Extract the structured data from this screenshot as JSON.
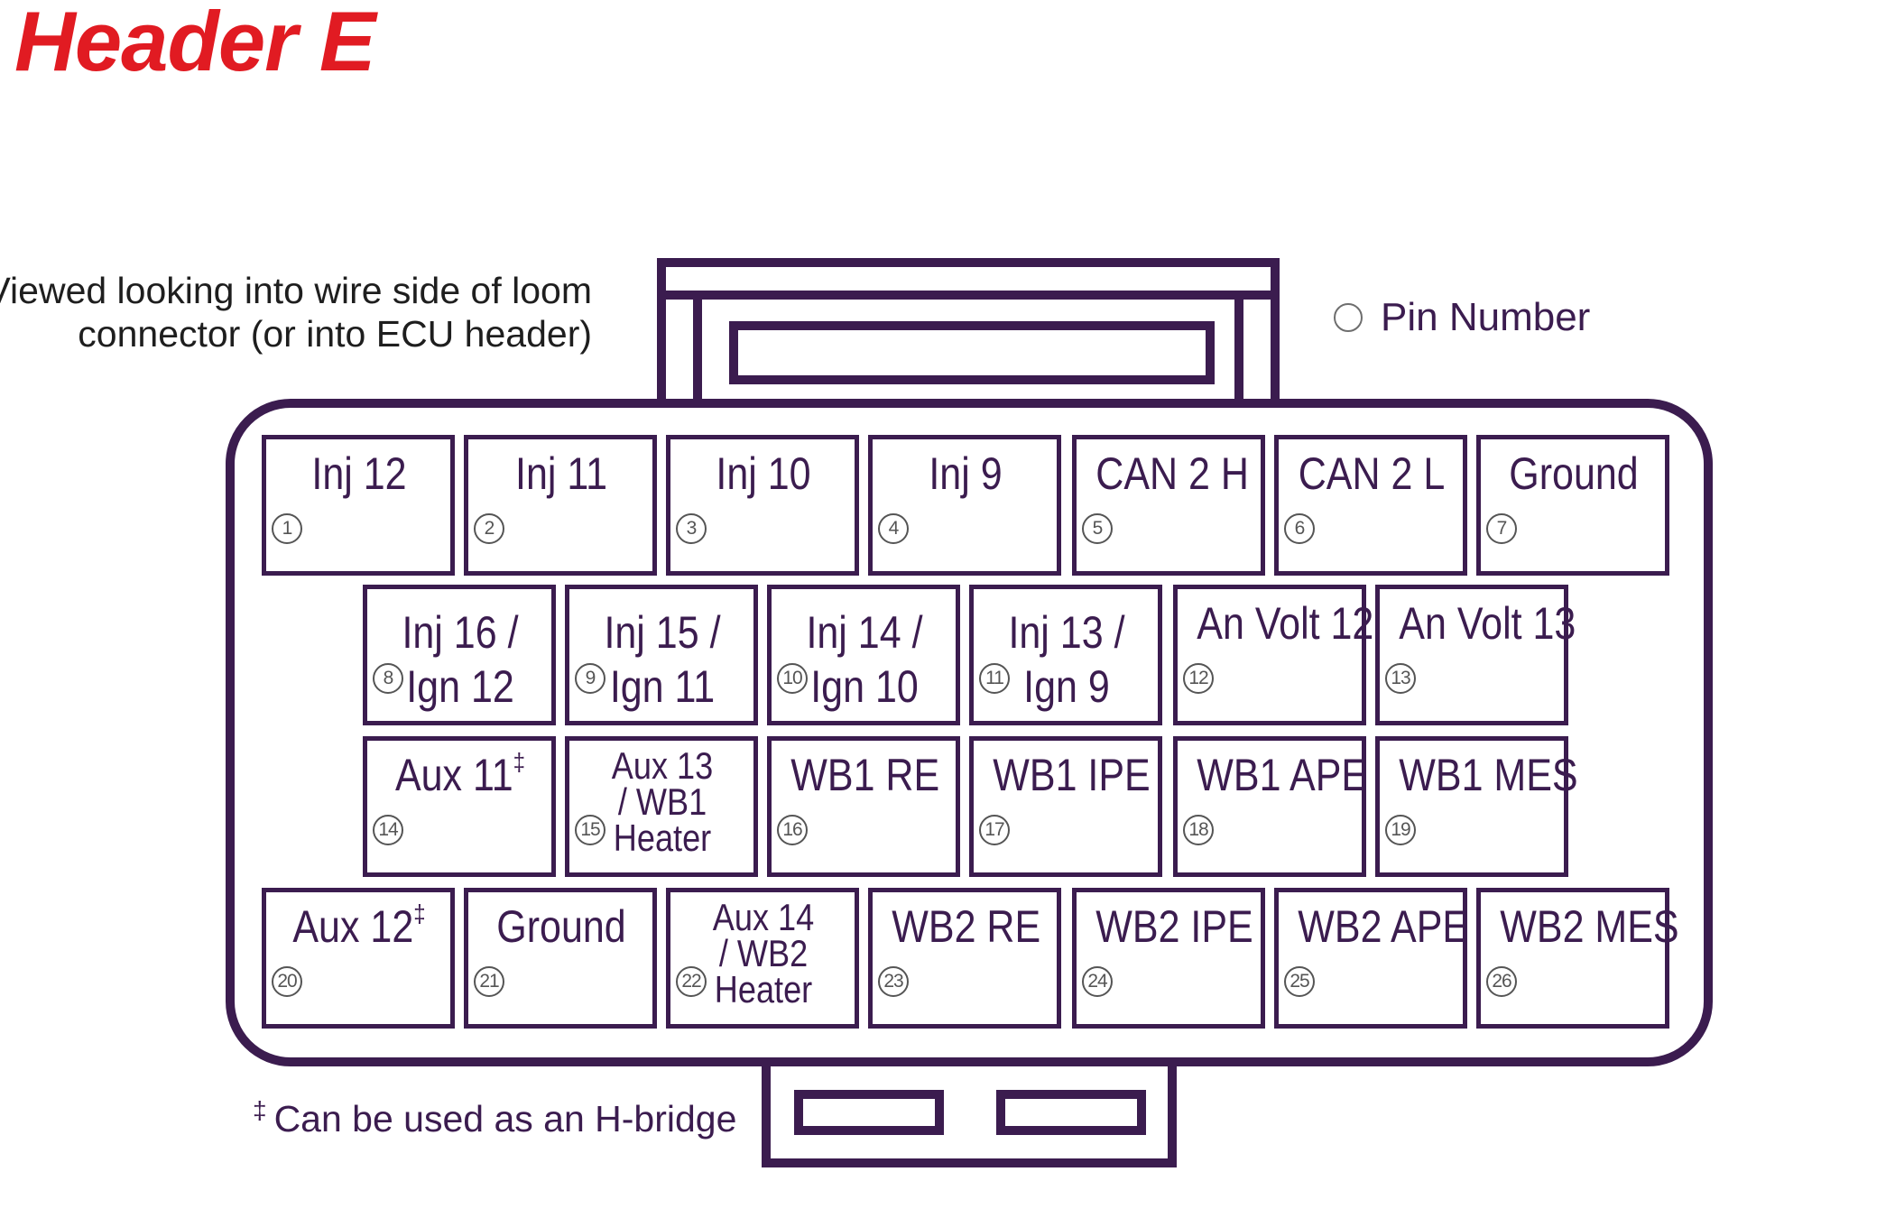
{
  "title": "Header E",
  "caption": {
    "line1": "Viewed looking into wire side of loom",
    "line2": "connector (or into ECU header)"
  },
  "legend": {
    "label": "Pin Number",
    "icon": "circle-outline-icon"
  },
  "footnote": {
    "mark": "‡",
    "text": "Can be used as an H-bridge"
  },
  "colors": {
    "title": "#e11b22",
    "outline": "#3b1c4f",
    "pin_number": "#555555"
  },
  "pins": [
    {
      "num": "1",
      "lines": [
        "Inj 12"
      ]
    },
    {
      "num": "2",
      "lines": [
        "Inj 11"
      ]
    },
    {
      "num": "3",
      "lines": [
        "Inj 10"
      ]
    },
    {
      "num": "4",
      "lines": [
        "Inj 9"
      ]
    },
    {
      "num": "5",
      "lines": [
        "CAN 2 H"
      ]
    },
    {
      "num": "6",
      "lines": [
        "CAN 2 L"
      ]
    },
    {
      "num": "7",
      "lines": [
        "Ground"
      ]
    },
    {
      "num": "8",
      "lines": [
        "Inj 16 /",
        "Ign 12"
      ]
    },
    {
      "num": "9",
      "lines": [
        "Inj 15 /",
        "Ign 11"
      ]
    },
    {
      "num": "10",
      "lines": [
        "Inj 14 /",
        "Ign 10"
      ]
    },
    {
      "num": "11",
      "lines": [
        "Inj 13 /",
        "Ign 9"
      ]
    },
    {
      "num": "12",
      "lines": [
        "An Volt 12"
      ]
    },
    {
      "num": "13",
      "lines": [
        "An Volt 13"
      ]
    },
    {
      "num": "14",
      "lines": [
        "Aux 11"
      ],
      "sup": "‡"
    },
    {
      "num": "15",
      "lines": [
        "Aux 13",
        "/ WB1",
        "Heater"
      ]
    },
    {
      "num": "16",
      "lines": [
        "WB1 RE"
      ]
    },
    {
      "num": "17",
      "lines": [
        "WB1 IPE"
      ]
    },
    {
      "num": "18",
      "lines": [
        "WB1 APE"
      ]
    },
    {
      "num": "19",
      "lines": [
        "WB1 MES"
      ]
    },
    {
      "num": "20",
      "lines": [
        "Aux 12"
      ],
      "sup": "‡"
    },
    {
      "num": "21",
      "lines": [
        "Ground"
      ]
    },
    {
      "num": "22",
      "lines": [
        "Aux 14",
        "/ WB2",
        "Heater"
      ]
    },
    {
      "num": "23",
      "lines": [
        "WB2 RE"
      ]
    },
    {
      "num": "24",
      "lines": [
        "WB2 IPE"
      ]
    },
    {
      "num": "25",
      "lines": [
        "WB2 APE"
      ]
    },
    {
      "num": "26",
      "lines": [
        "WB2 MES"
      ]
    }
  ]
}
